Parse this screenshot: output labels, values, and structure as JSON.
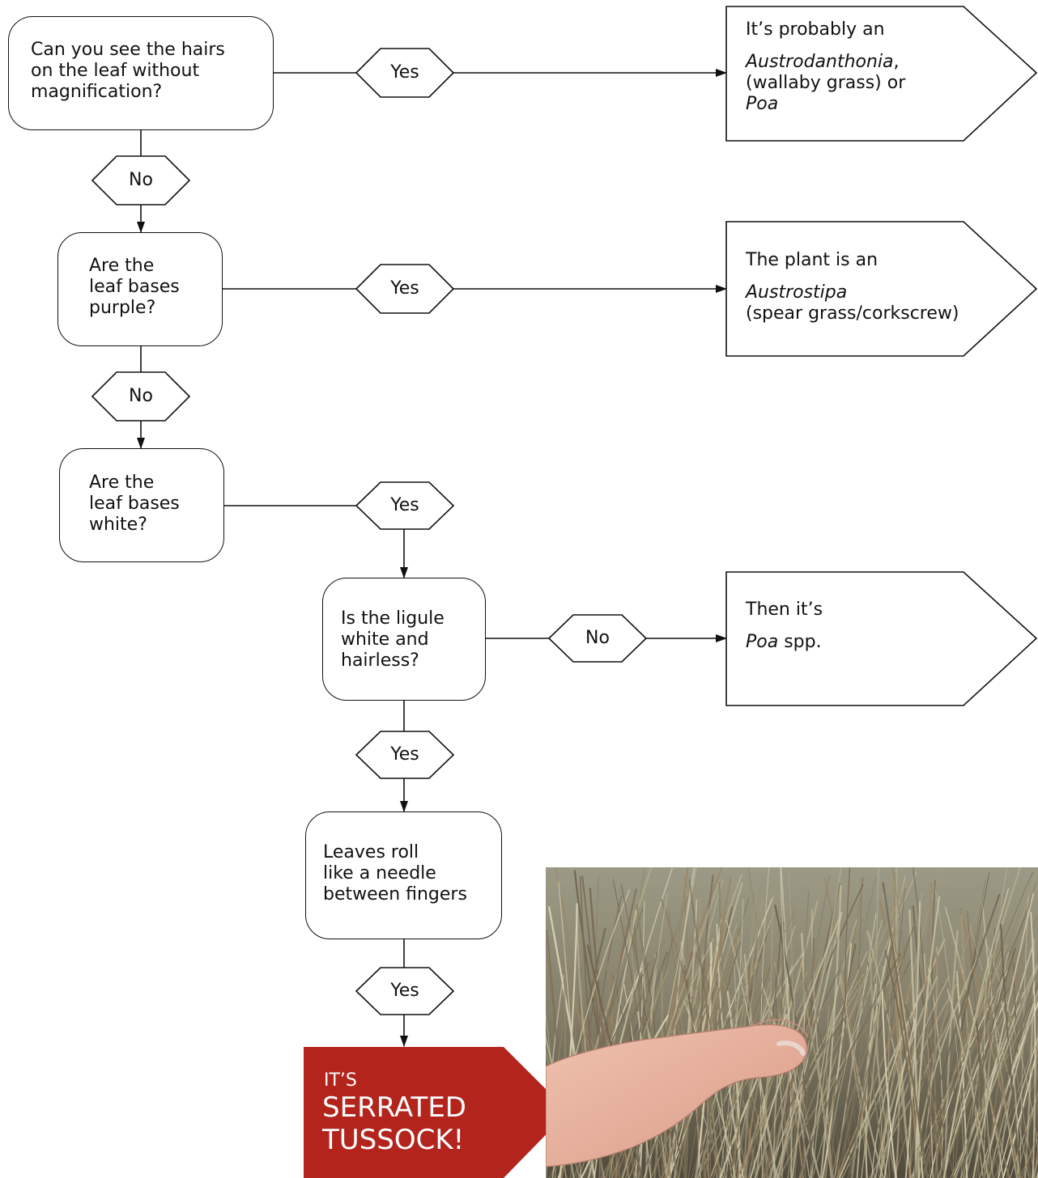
{
  "questions": {
    "q1": "Can you see the hairs\non the leaf without\nmagnification?",
    "q2": "Are the\nleaf bases\npurple?",
    "q3": "Are the\nleaf bases\nwhite?",
    "q4": "Is the ligule\nwhite and\nhairless?",
    "q5": "Leaves roll\nlike a needle\nbetween fingers"
  },
  "decisions": {
    "d1": "Yes",
    "d2": "No",
    "d3": "Yes",
    "d4": "No",
    "d5": "Yes",
    "d6": "No",
    "d7": "Yes",
    "d8": "Yes"
  },
  "outcomes": {
    "o1": {
      "line1": "It’s probably an",
      "genus1": "Austrodanthonia",
      "comma": ",",
      "line3": "(wallaby grass) or",
      "genus2": "Poa"
    },
    "o2": {
      "line1": "The plant is an",
      "genus": "Austrostipa",
      "line3": "(spear grass/corkscrew)"
    },
    "o3": {
      "line1": "Then it’s",
      "genus": "Poa",
      "rest": " spp."
    }
  },
  "result": {
    "prefix": "IT’S",
    "line1": "SERRATED",
    "line2": "TUSSOCK!",
    "color": "#b3241c"
  }
}
